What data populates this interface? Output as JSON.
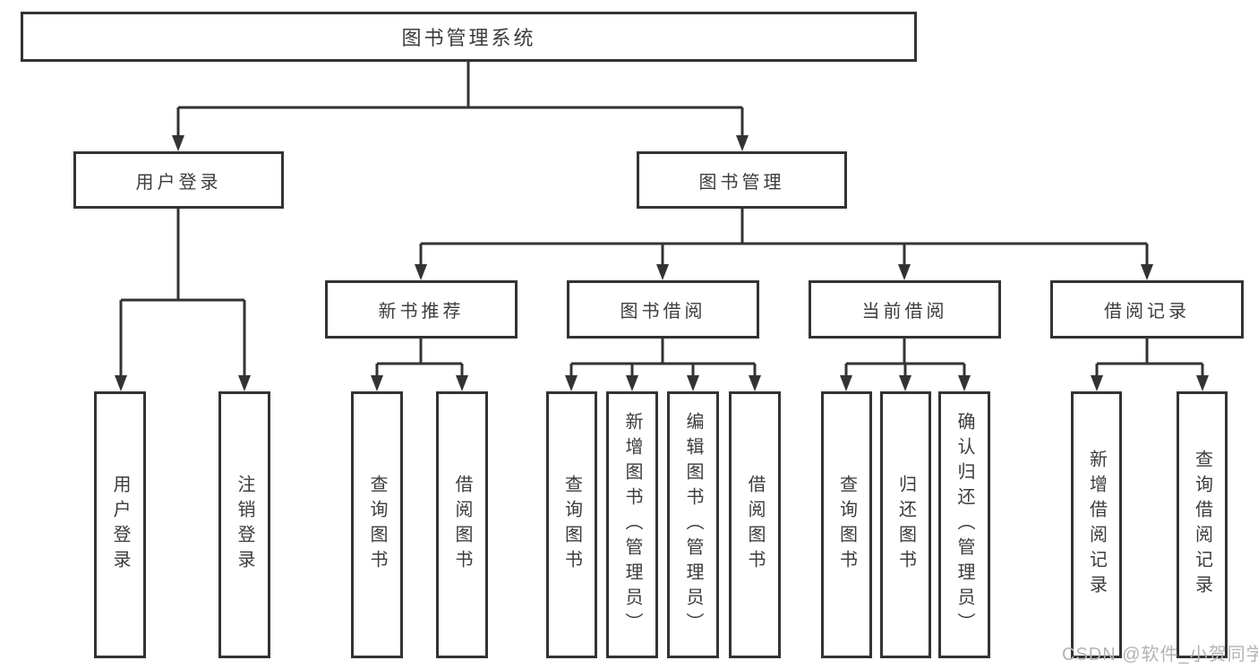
{
  "tree": {
    "label": "图书管理系统",
    "children": [
      {
        "label": "用户登录",
        "children": [
          {
            "label": "用户登录"
          },
          {
            "label": "注销登录"
          }
        ]
      },
      {
        "label": "图书管理",
        "children": [
          {
            "label": "新书推荐",
            "children": [
              {
                "label": "查询图书"
              },
              {
                "label": "借阅图书"
              }
            ]
          },
          {
            "label": "图书借阅",
            "children": [
              {
                "label": "查询图书"
              },
              {
                "label": "新增图书（管理员）"
              },
              {
                "label": "编辑图书（管理员）"
              },
              {
                "label": "借阅图书"
              }
            ]
          },
          {
            "label": "当前借阅",
            "children": [
              {
                "label": "查询图书"
              },
              {
                "label": "归还图书"
              },
              {
                "label": "确认归还（管理员）"
              }
            ]
          },
          {
            "label": "借阅记录",
            "children": [
              {
                "label": "新增借阅记录"
              },
              {
                "label": "查询借阅记录"
              }
            ]
          }
        ]
      }
    ]
  },
  "watermark": {
    "text": "CSDN @软件_小贺同学"
  },
  "colors": {
    "line": "#333333",
    "node_border": "#333333",
    "node_text": "#3c3c3c",
    "watermark": "#b3b3b3",
    "background": "#ffffff"
  }
}
